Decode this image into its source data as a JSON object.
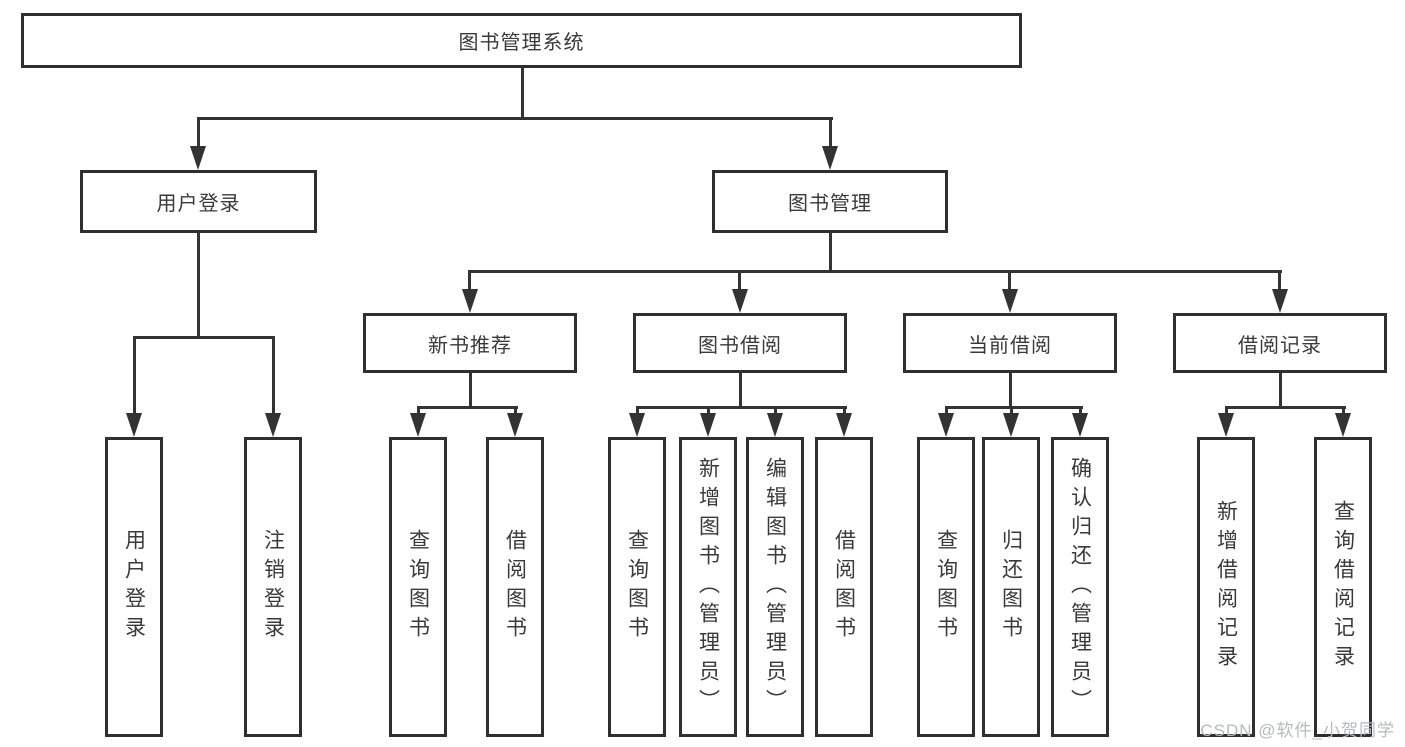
{
  "diagram": {
    "root": {
      "label": "图书管理系统"
    },
    "level2": [
      {
        "label": "用户登录"
      },
      {
        "label": "图书管理"
      }
    ],
    "level3": [
      {
        "label": "新书推荐"
      },
      {
        "label": "图书借阅"
      },
      {
        "label": "当前借阅"
      },
      {
        "label": "借阅记录"
      }
    ],
    "leaves": {
      "user_login": [
        {
          "label": "用户登录"
        },
        {
          "label": "注销登录"
        }
      ],
      "new_book_rec": [
        {
          "label": "查询图书"
        },
        {
          "label": "借阅图书"
        }
      ],
      "book_borrow": [
        {
          "label": "查询图书"
        },
        {
          "label": "新增图书（管理员）"
        },
        {
          "label": "编辑图书（管理员）"
        },
        {
          "label": "借阅图书"
        }
      ],
      "current_borrow": [
        {
          "label": "查询图书"
        },
        {
          "label": "归还图书"
        },
        {
          "label": "确认归还（管理员）"
        }
      ],
      "borrow_records": [
        {
          "label": "新增借阅记录"
        },
        {
          "label": "查询借阅记录"
        }
      ]
    }
  },
  "watermark": {
    "text": "CSDN @软件_小贺同学"
  },
  "colors": {
    "line": "#333333",
    "box_border": "#2f2f2f",
    "text": "#3a3a3a",
    "background": "#ffffff",
    "watermark": "#b6b9be"
  }
}
